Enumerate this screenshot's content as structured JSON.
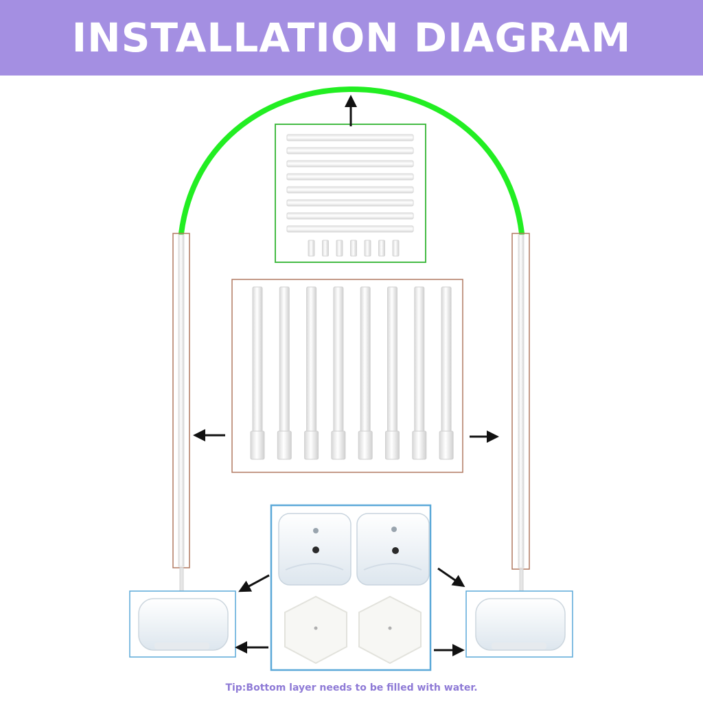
{
  "header": {
    "title": "INSTALLATION DIAGRAM"
  },
  "footer": {
    "tip": "Tip:Bottom layer needs to be filled with water."
  },
  "colors": {
    "banner": "#a48fe2",
    "arch": "#22ee22",
    "top_box_border": "#44bb44",
    "middle_box_border": "#b07860",
    "bottom_box_border": "#5aa8d8",
    "tip_text": "#8e7ad6"
  },
  "parts": {
    "top_box": {
      "rods": 8,
      "connectors": 7
    },
    "middle_box": {
      "poles": 8
    },
    "bottom_box": {
      "water_bags": 2,
      "hex_bases": 2
    }
  }
}
